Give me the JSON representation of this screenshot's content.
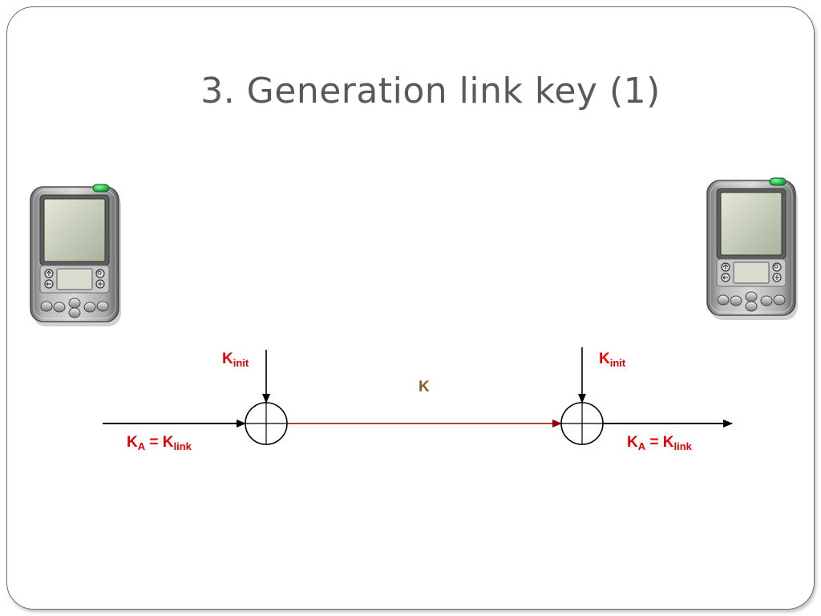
{
  "slide": {
    "title": "3. Generation link key (1)"
  },
  "devices": [
    {
      "icon": "pda-device-icon",
      "side": "left"
    },
    {
      "icon": "pda-device-icon",
      "side": "right"
    }
  ],
  "labels": {
    "k_init_main": "K",
    "k_init_sub": "init",
    "k_main": "K",
    "ka_main": "K",
    "ka_sub": "A",
    "equals": " = ",
    "klink_main": "K",
    "klink_sub": "link"
  },
  "colors": {
    "label_red": "#e60000",
    "k_brown": "#8b5a2b",
    "transfer_line": "#8b0000",
    "arrow_black": "#000000",
    "title_gray": "#595959"
  }
}
